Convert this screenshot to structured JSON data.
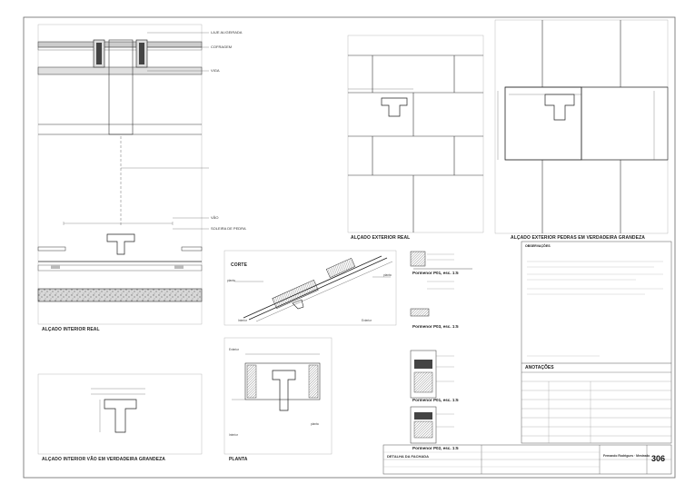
{
  "drawing": {
    "views": {
      "interior_real": "ALÇADO INTERIOR REAL",
      "exterior_real": "ALÇADO EXTERIOR REAL",
      "exterior_true": "ALÇADO EXTERIOR PEDRAS EM VERDADEIRA GRANDEZA",
      "interior_true": "ALÇADO INTERIOR VÃO EM VERDADEIRA GRANDEZA",
      "corte": "CORTE",
      "planta": "PLANTA"
    },
    "section_labels": {
      "interior": "Interior",
      "exterior": "Exterior",
      "planta_a": "planta",
      "planta_b": "planta",
      "planta_c": "planta",
      "exterior_b": "Exterior",
      "interior_b": "Interior"
    },
    "details": [
      {
        "label": "Pormenor P01, esc. 1:5"
      },
      {
        "label": "Pormenor P03, esc. 1:5"
      },
      {
        "label": "Pormenor P01, esc. 1:5"
      },
      {
        "label": "Pormenor P02, esc. 1:5"
      }
    ],
    "interior_notes": [
      "LAJE ALIGEIRADA",
      "COFRAGEM",
      "VIGA"
    ],
    "interior_mid_notes": [
      "VÃO",
      "SOLEIRA DE PEDRA"
    ],
    "annotations_title": "ANOTAÇÕES",
    "observations_title": "OBSERVAÇÕES",
    "sheet_number": "306",
    "title_block": {
      "project": "DETALHA DA FACHADA",
      "author": "Fernando Rodrigues · Mestrado"
    }
  }
}
